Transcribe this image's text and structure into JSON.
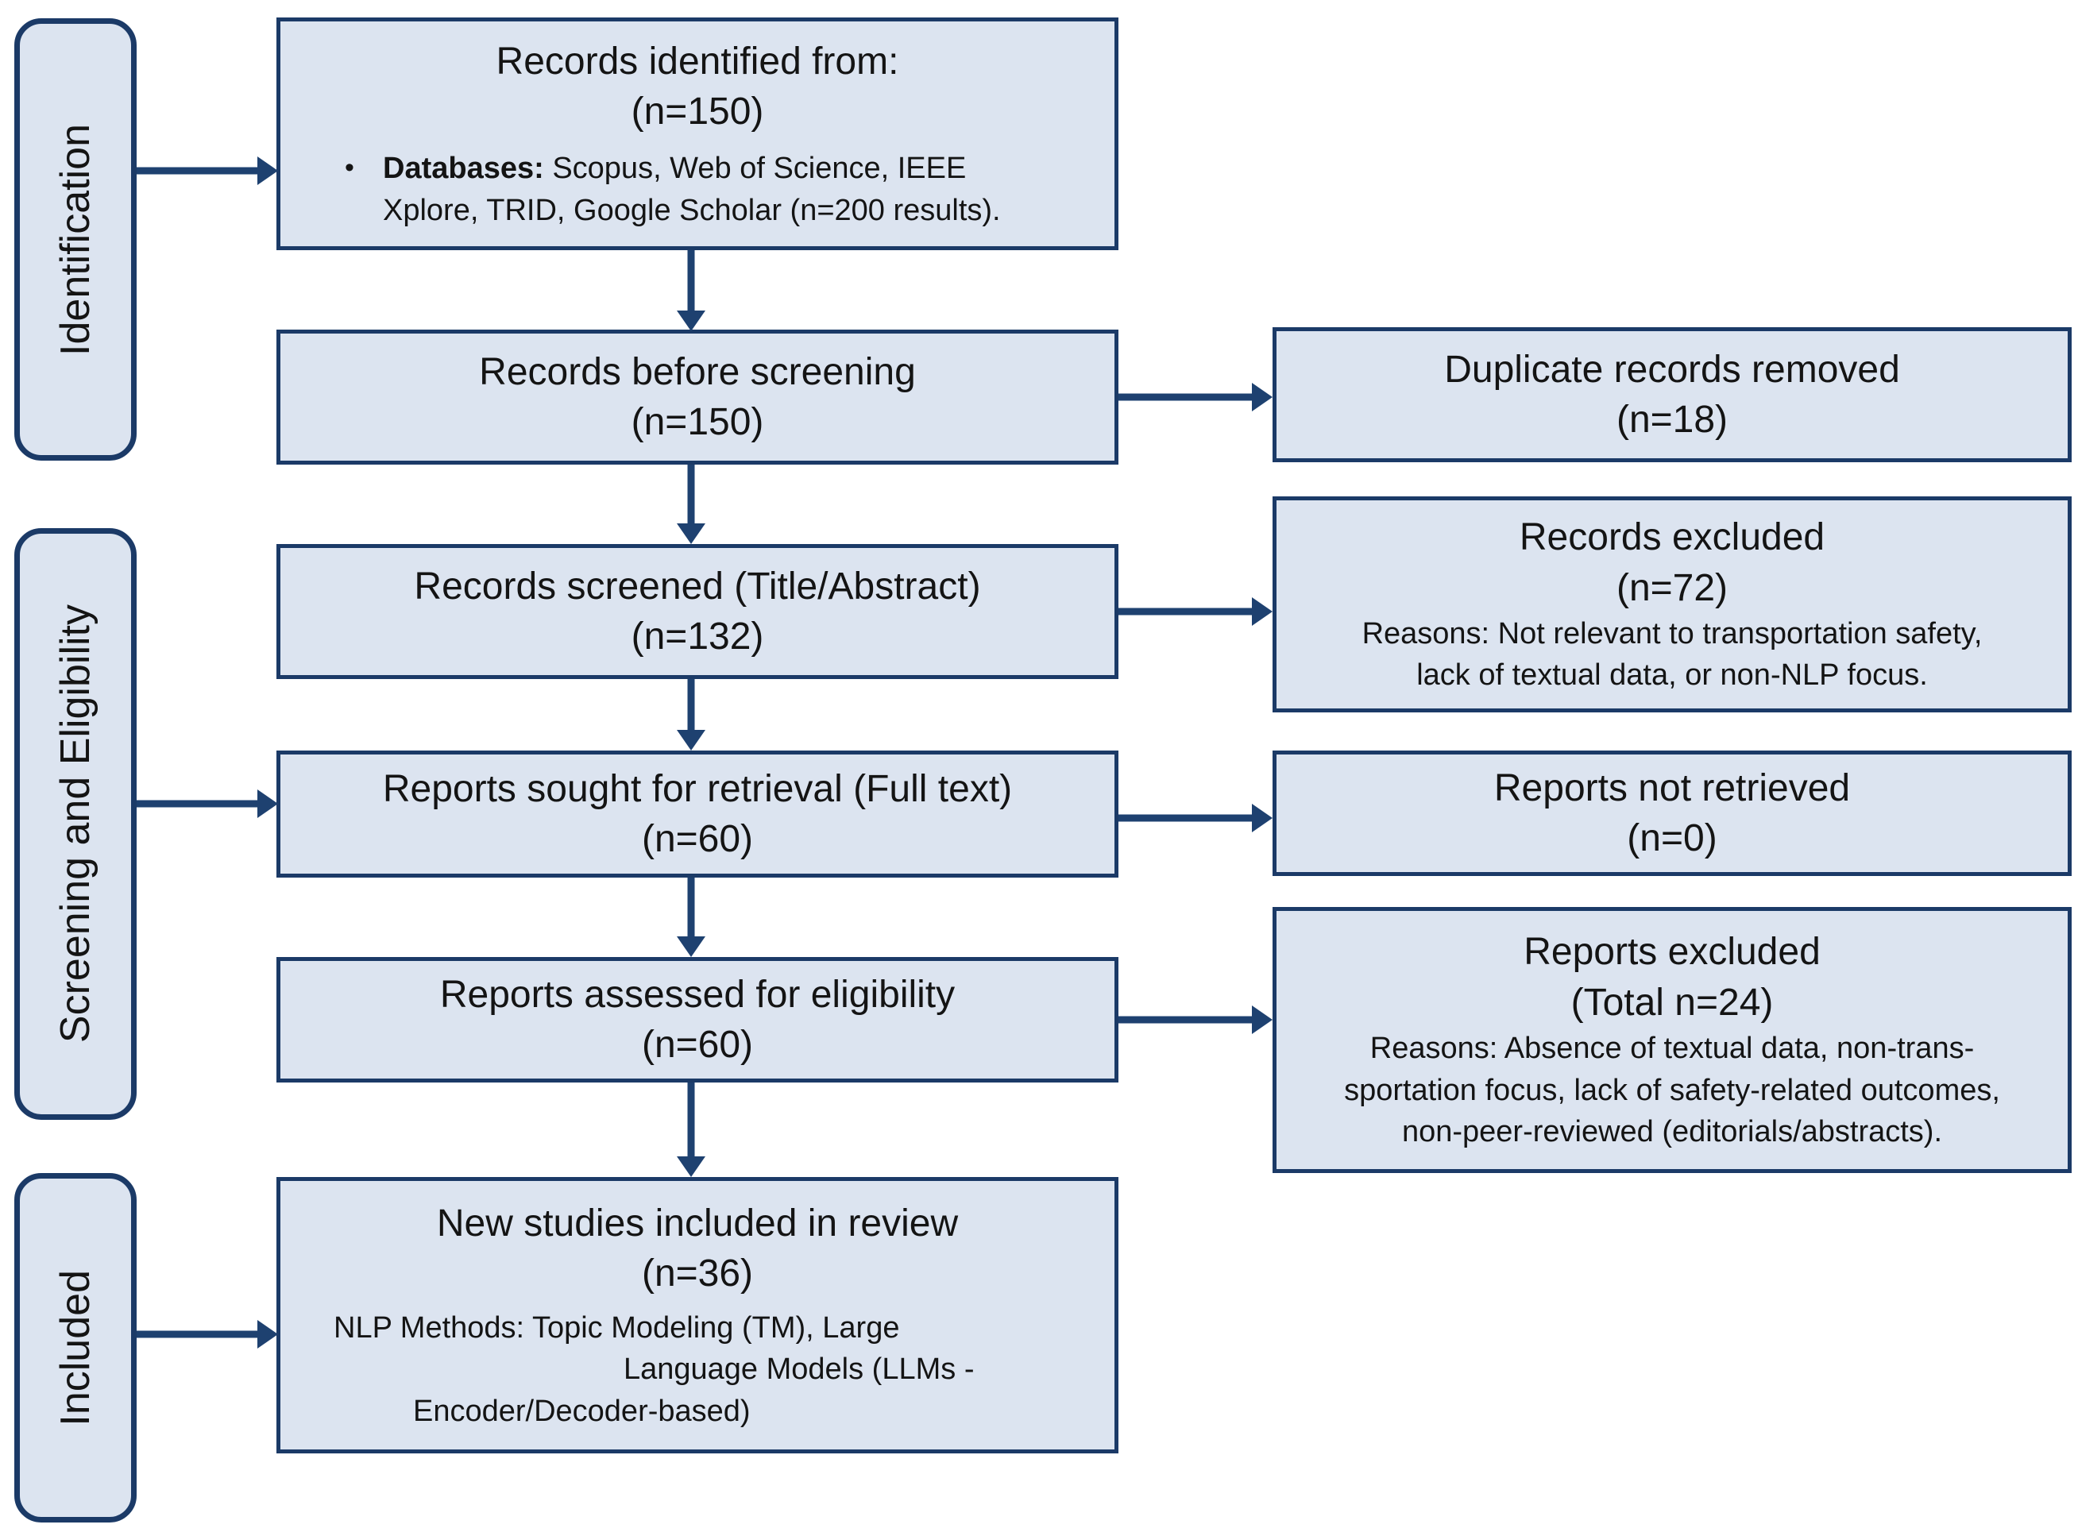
{
  "diagram": {
    "type": "prisma-flow",
    "colors": {
      "box_fill": "#dce4f0",
      "box_border": "#1b3a67",
      "arrow": "#1e4170",
      "text": "#141414",
      "background": "#ffffff"
    }
  },
  "sidebars": {
    "identification": {
      "label": "Identification"
    },
    "screening": {
      "label": "Screening and Eligibility"
    },
    "included": {
      "label": "Included"
    }
  },
  "boxes": {
    "identified": {
      "title": "Records identified from:",
      "count": "(n=150)",
      "bullet_icon": "•",
      "bullet_label": "Databases:",
      "bullet_rest": " Scopus, Web of Science, IEEE",
      "bullet_line2": "Xplore, TRID, Google Scholar (n=200 results)."
    },
    "before_screening": {
      "title": "Records before screening",
      "count": "(n=150)"
    },
    "screened": {
      "title": "Records screened (Title/Abstract)",
      "count": "(n=132)"
    },
    "sought": {
      "title": "Reports sought for retrieval (Full text)",
      "count": "(n=60)"
    },
    "assessed": {
      "title": "Reports assessed for eligibility",
      "count": "(n=60)"
    },
    "included_studies": {
      "title": "New studies included in review",
      "count": "(n=36)",
      "detail_line1": "NLP Methods: Topic Modeling (TM), Large",
      "detail_line2": "Language Models (LLMs -",
      "detail_line3": "Encoder/Decoder-based)"
    },
    "duplicates_removed": {
      "title": "Duplicate records removed",
      "count": "(n=18)"
    },
    "records_excluded": {
      "title": "Records excluded",
      "count": "(n=72)",
      "reason_line1": "Reasons: Not relevant to transportation safety,",
      "reason_line2": "lack of textual data, or non-NLP focus."
    },
    "not_retrieved": {
      "title": "Reports not retrieved",
      "count": "(n=0)"
    },
    "reports_excluded": {
      "title": "Reports excluded",
      "count": "(Total n=24)",
      "reason_line1": "Reasons: Absence of textual data, non-trans-",
      "reason_line2": "sportation focus, lack of safety-related outcomes,",
      "reason_line3": "non-peer-reviewed (editorials/abstracts)."
    }
  }
}
